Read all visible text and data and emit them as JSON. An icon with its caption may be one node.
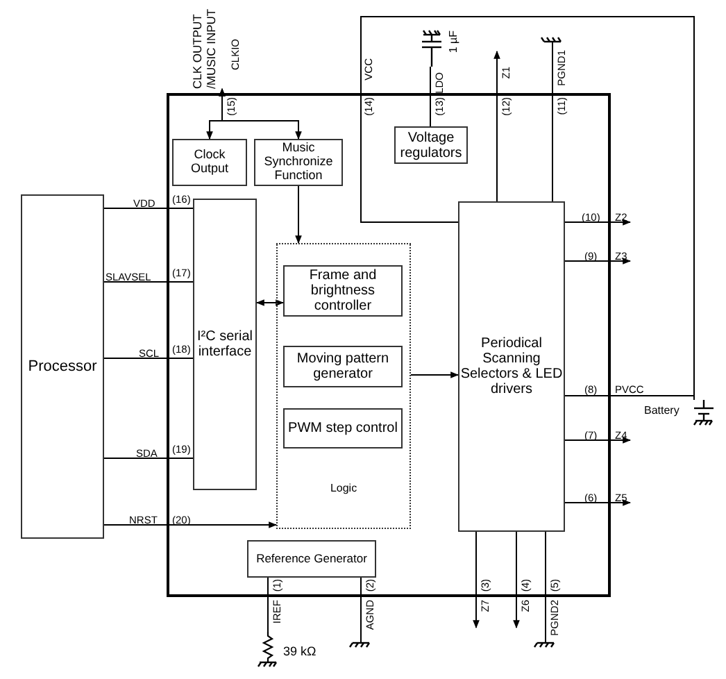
{
  "diagram": {
    "nodes": [
      {
        "text": [],
        "shape": "box"
      },
      {
        "text": [
          "Processor"
        ]
      },
      {
        "text": [
          "Clock Output"
        ],
        "in": 0
      },
      {
        "text": [
          "Music Synchronize Function"
        ],
        "in": 0
      },
      {
        "text": [
          "Voltage regulators"
        ],
        "in": 0
      },
      {
        "text": [
          "I²C serial interface"
        ],
        "in": 0
      },
      {
        "text": [
          "Logic"
        ],
        "in": 0
      },
      {
        "text": [
          "Frame and brightness controller"
        ],
        "in": 6
      },
      {
        "text": [
          "Moving pattern generator"
        ],
        "in": 6
      },
      {
        "text": [
          "PWM step control"
        ],
        "in": 6
      },
      {
        "text": [
          "Periodical Scanning Selectors & LED drivers"
        ],
        "in": 0
      },
      {
        "text": [
          "Reference Generator"
        ],
        "in": 0
      },
      {
        "text": [
          "CLK OUTPUT /MUSIC INPUT"
        ]
      },
      {
        "text": [
          "Battery"
        ]
      },
      {
        "text": [
          "1 µF"
        ]
      },
      {
        "text": [
          "39 kΩ"
        ]
      }
    ],
    "edges": [
      {
        "from": 12,
        "to": 2,
        "label": "CLKIO",
        "arrow": "both"
      },
      {
        "from": 12,
        "to": 3,
        "arrow": "both"
      },
      {
        "from": 3,
        "to": 6,
        "arrow": "to"
      },
      {
        "from": 1,
        "to": 5,
        "label": "VDD",
        "arrow": "none"
      },
      {
        "from": 1,
        "to": 5,
        "label": "SLAVSEL",
        "arrow": "none"
      },
      {
        "from": 1,
        "to": 5,
        "label": "SCL",
        "arrow": "none"
      },
      {
        "from": 1,
        "to": 5,
        "label": "SDA",
        "arrow": "none"
      },
      {
        "from": 1,
        "to": 6,
        "label": "NRST",
        "arrow": "to"
      },
      {
        "from": 5,
        "to": 7,
        "arrow": "both"
      },
      {
        "from": 6,
        "to": 10,
        "arrow": "to"
      },
      {
        "from": 10,
        "to": 13,
        "label": "VCC",
        "arrow": "none"
      },
      {
        "from": 4,
        "to": 14,
        "label": "LDO",
        "arrow": "none"
      },
      {
        "from": 10,
        "to": null,
        "label": "Z1",
        "arrow": "to"
      },
      {
        "from": 10,
        "to": null,
        "label": "PGND1",
        "arrow": "other"
      },
      {
        "from": 10,
        "to": null,
        "label": "Z2",
        "arrow": "to"
      },
      {
        "from": 10,
        "to": null,
        "label": "Z3",
        "arrow": "to"
      },
      {
        "from": 10,
        "to": 13,
        "label": "PVCC",
        "arrow": "none"
      },
      {
        "from": 10,
        "to": null,
        "label": "Z4",
        "arrow": "to"
      },
      {
        "from": 10,
        "to": null,
        "label": "Z5",
        "arrow": "to"
      },
      {
        "from": 11,
        "to": 15,
        "label": "IREF",
        "arrow": "none"
      },
      {
        "from": 11,
        "to": null,
        "label": "AGND",
        "arrow": "other"
      },
      {
        "from": 10,
        "to": null,
        "label": "Z7",
        "arrow": "to"
      },
      {
        "from": 10,
        "to": null,
        "label": "Z6",
        "arrow": "to"
      },
      {
        "from": 10,
        "to": null,
        "label": "PGND2",
        "arrow": "other"
      }
    ],
    "labels": [
      "(15)",
      "(14)",
      "(13)",
      "(12)",
      "(11)",
      "(16)",
      "(10)",
      "(17)",
      "(9)",
      "(18)",
      "(8)",
      "(19)",
      "(7)",
      "(20)",
      "(6)",
      "(1)",
      "(2)",
      "(3)",
      "(4)",
      "(5)"
    ]
  }
}
